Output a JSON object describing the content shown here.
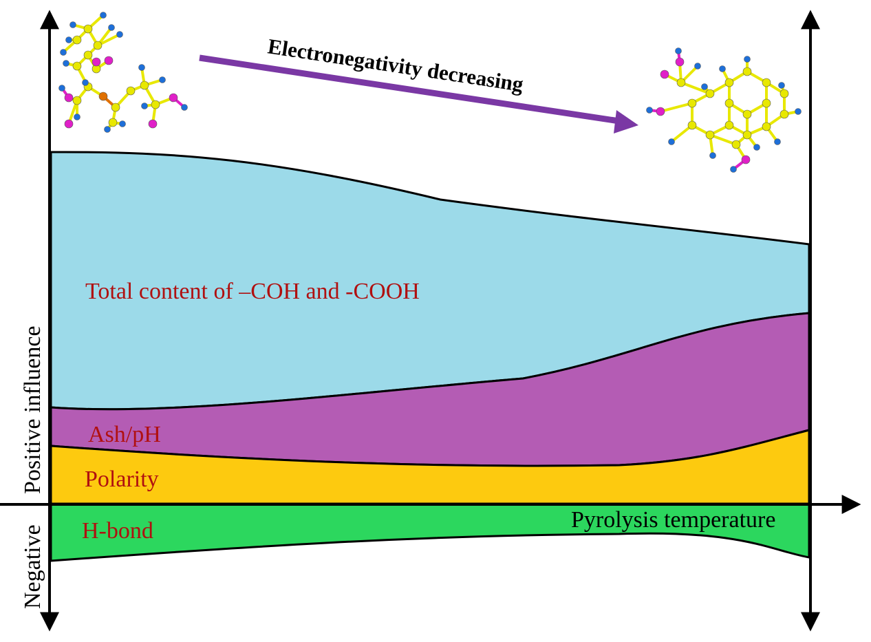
{
  "colors": {
    "cyan_band": "#9cdae9",
    "purple_band": "#b45cb4",
    "yellow_band": "#fdca0f",
    "green_band": "#2cd75e",
    "trend_arrow": "#7a38a4",
    "band_label": "#b01010",
    "carbon_atom": "#e8e800",
    "hydrogen_atom": "#1e6fd8",
    "oxygen_atom": "#e020c8",
    "nitrogen_atom": "#e07000"
  },
  "labels": {
    "electronegativity": "Electronegativity decreasing",
    "total_content": "Total content of –COH and -COOH",
    "ash_ph": "Ash/pH",
    "polarity": "Polarity",
    "h_bond": "H-bond",
    "pyrolysis": "Pyrolysis temperature",
    "positive_influence": "Positive influence",
    "negative": "Negative"
  },
  "icons": {
    "left_molecule": "aliphatic-molecule-icon",
    "right_molecule": "aromatic-molecule-icon"
  }
}
